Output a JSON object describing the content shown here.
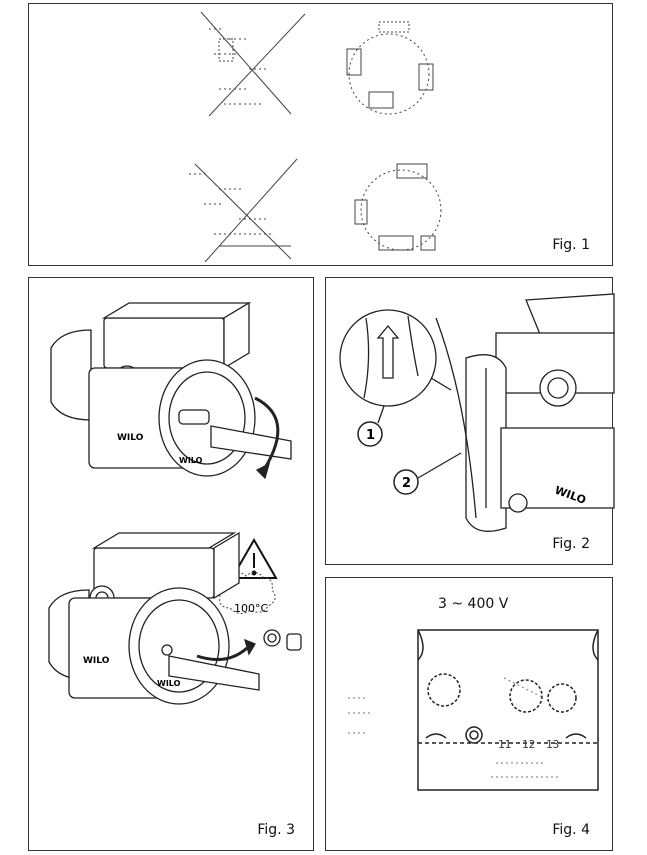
{
  "figures": [
    {
      "label": "Fig. 1"
    },
    {
      "label": "Fig. 2",
      "callouts": [
        "1",
        "2"
      ],
      "brand": "WILO"
    },
    {
      "label": "Fig. 3",
      "temperature": "100°C",
      "brand": "WILO"
    },
    {
      "label": "Fig. 4",
      "voltage": "3 ~ 400 V",
      "terminals": [
        "11",
        "12",
        "13"
      ]
    }
  ],
  "icons": [
    "warning-triangle-icon",
    "rotate-arrow-icon"
  ],
  "colors": {
    "line": "#222222",
    "border": "#333333"
  }
}
